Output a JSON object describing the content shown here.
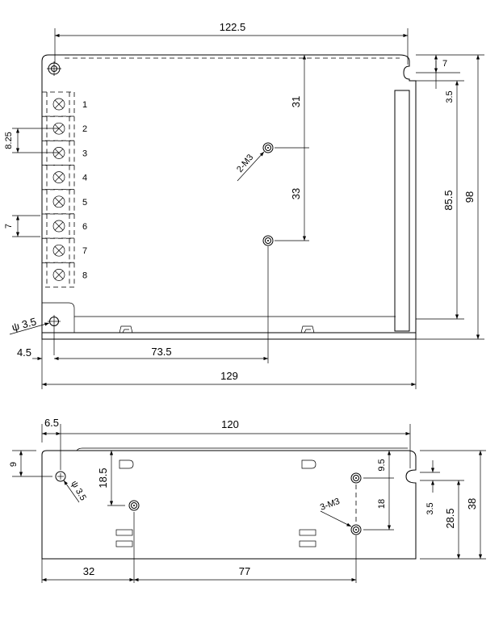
{
  "top_view": {
    "dims": {
      "width_122_5": "122.5",
      "height_31": "31",
      "height_33": "33",
      "slot_7": "7",
      "slot_3_5": "3.5",
      "height_85_5": "85.5",
      "height_98": "98",
      "pitch_8_25": "8.25",
      "pitch_7": "7",
      "hole_dia": "ψ 3.5",
      "offset_4_5": "4.5",
      "offset_73_5": "73.5",
      "width_129": "129"
    },
    "callout_m3": "2-M3",
    "terminals": [
      "1",
      "2",
      "3",
      "4",
      "5",
      "6",
      "7",
      "8"
    ]
  },
  "side_view": {
    "dims": {
      "offset_6_5": "6.5",
      "width_120": "120",
      "height_9": "9",
      "hole_dia": "ψ 3.5",
      "height_18_5": "18.5",
      "height_9_5": "9.5",
      "height_18": "18",
      "slot_3_5": "3.5",
      "height_28_5": "28.5",
      "height_38": "38",
      "offset_32": "32",
      "offset_77": "77"
    },
    "callout_m3": "3-M3"
  }
}
